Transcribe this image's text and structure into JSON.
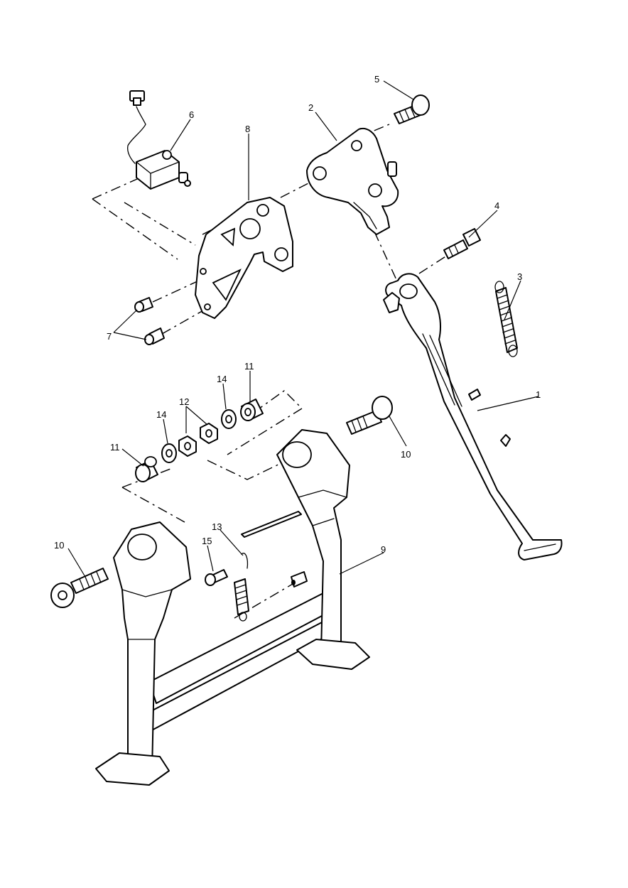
{
  "labels": [
    {
      "id": "1",
      "text": "1"
    },
    {
      "id": "2",
      "text": "2"
    },
    {
      "id": "3",
      "text": "3"
    },
    {
      "id": "4",
      "text": "4"
    },
    {
      "id": "5",
      "text": "5"
    },
    {
      "id": "6",
      "text": "6"
    },
    {
      "id": "7",
      "text": "7"
    },
    {
      "id": "8",
      "text": "8"
    },
    {
      "id": "9",
      "text": "9"
    },
    {
      "id": "10a",
      "text": "10"
    },
    {
      "id": "10b",
      "text": "10"
    },
    {
      "id": "11a",
      "text": "11"
    },
    {
      "id": "11b",
      "text": "11"
    },
    {
      "id": "12",
      "text": "12"
    },
    {
      "id": "13",
      "text": "13"
    },
    {
      "id": "14a",
      "text": "14"
    },
    {
      "id": "14b",
      "text": "14"
    },
    {
      "id": "15",
      "text": "15"
    }
  ]
}
